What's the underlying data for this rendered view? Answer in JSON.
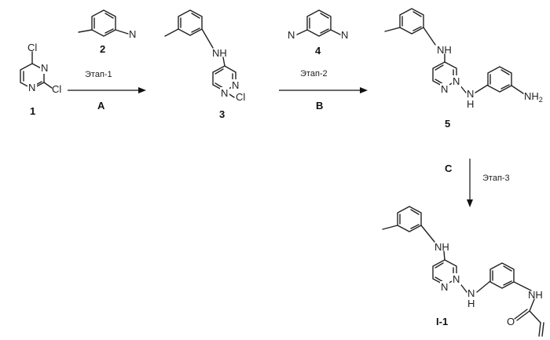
{
  "atoms": {
    "cl": "Cl",
    "n": "N",
    "nh": "NH",
    "h": "H",
    "nh2_main": "NH",
    "nh2_sub": "2",
    "o": "O"
  },
  "compounds": {
    "c1": "1",
    "c2": "2",
    "c3": "3",
    "c4": "4",
    "c5": "5",
    "ci1": "I-1"
  },
  "steps": {
    "step1": {
      "label": "Этап-1",
      "letter": "A"
    },
    "step2": {
      "label": "Этап-2",
      "letter": "B"
    },
    "step3": {
      "label": "Этап-3",
      "letter": "C"
    }
  }
}
